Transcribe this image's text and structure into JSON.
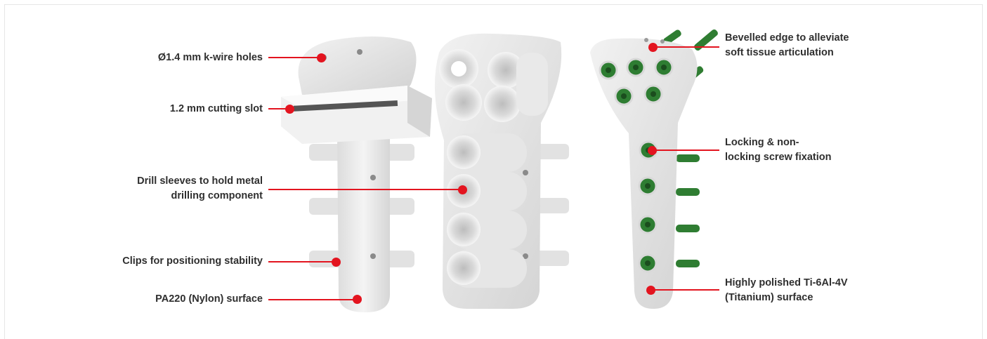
{
  "colors": {
    "accent": "#e3141f",
    "text": "#2f2f2f",
    "part": "#ececec",
    "screw": "#2e7d32"
  },
  "left_callouts": [
    {
      "id": "kwire",
      "text": "Ø1.4 mm k-wire holes"
    },
    {
      "id": "slot",
      "text": "1.2 mm cutting slot"
    },
    {
      "id": "sleeves",
      "text": "Drill sleeves to hold metal\ndrilling component"
    },
    {
      "id": "clips",
      "text": "Clips for positioning stability"
    },
    {
      "id": "nylon",
      "text": "PA220 (Nylon) surface"
    }
  ],
  "right_callouts": [
    {
      "id": "bevel",
      "text": "Bevelled edge to alleviate\nsoft tissue articulation"
    },
    {
      "id": "locking",
      "text": "Locking & non-\nlocking screw fixation"
    },
    {
      "id": "titanium",
      "text": "Highly polished Ti-6Al-4V\n(Titanium) surface"
    }
  ],
  "illustrations": [
    "cutting-guide-front",
    "cutting-guide-back",
    "titanium-plate-with-screws"
  ]
}
